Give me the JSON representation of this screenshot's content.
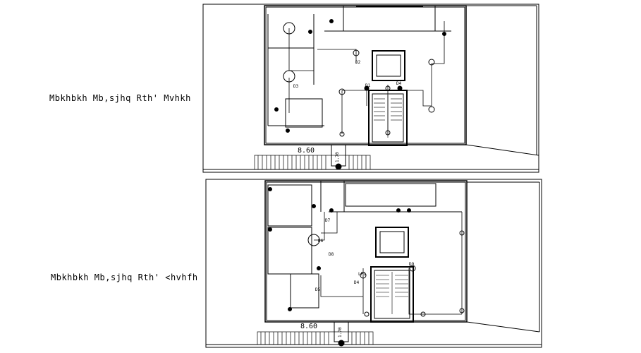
{
  "drawing": {
    "upper_plan": {
      "caption": "Mbkhbkh Mb,sjhq Rth' Mvhkh",
      "dimension": "8.60",
      "stair_dimension": "1.70",
      "tags": [
        "D2",
        "D3",
        "D1",
        "D4"
      ]
    },
    "lower_plan": {
      "caption": "Mbkhbkh Mb,sjhq Rth' <hvhfh",
      "dimension": "8.60",
      "stair_dimension": "1.70",
      "tags": [
        "D7",
        "D6",
        "D8",
        "D5",
        "LP1",
        "D4",
        "D9"
      ]
    }
  }
}
